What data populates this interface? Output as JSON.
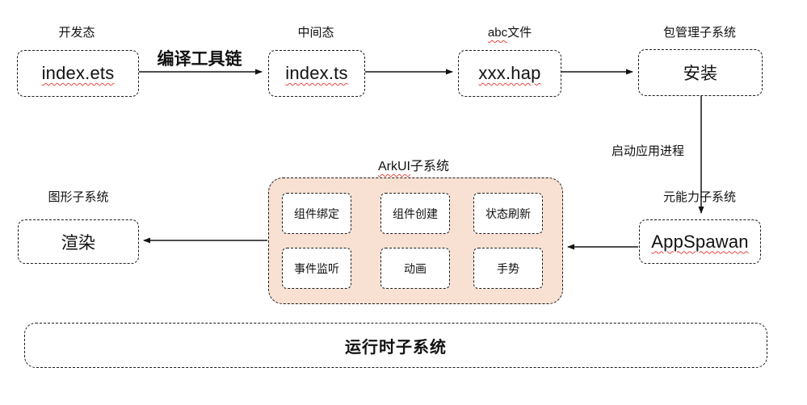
{
  "diagram": {
    "colors": {
      "accent_fill": "#f8e1d2",
      "squiggle": "#e8483e",
      "arrow": "#141414"
    },
    "top_row": {
      "dev_state_label": "开发态",
      "index_ets": "index.ets",
      "toolchain_arrow_label": "编译工具链",
      "intermediate_label": "中间态",
      "index_ts": "index.ts",
      "abc_file_label_prefix": "abc",
      "abc_file_label_suffix": "文件",
      "xxx_hap": "xxx.hap",
      "package_manager_label": "包管理子系统",
      "install": "安装"
    },
    "right_flow": {
      "launch_process_label": "启动应用进程",
      "ability_subsystem_label": "元能力子系统",
      "appspawan": "AppSpawan"
    },
    "arkui": {
      "label_prefix": "ArkUI",
      "label_suffix": "子系统",
      "items": [
        "组件绑定",
        "组件创建",
        "状态刷新",
        "事件监听",
        "动画",
        "手势"
      ]
    },
    "left_flow": {
      "graphics_subsystem_label": "图形子系统",
      "render": "渲染"
    },
    "runtime_subsystem_label": "运行时子系统"
  }
}
